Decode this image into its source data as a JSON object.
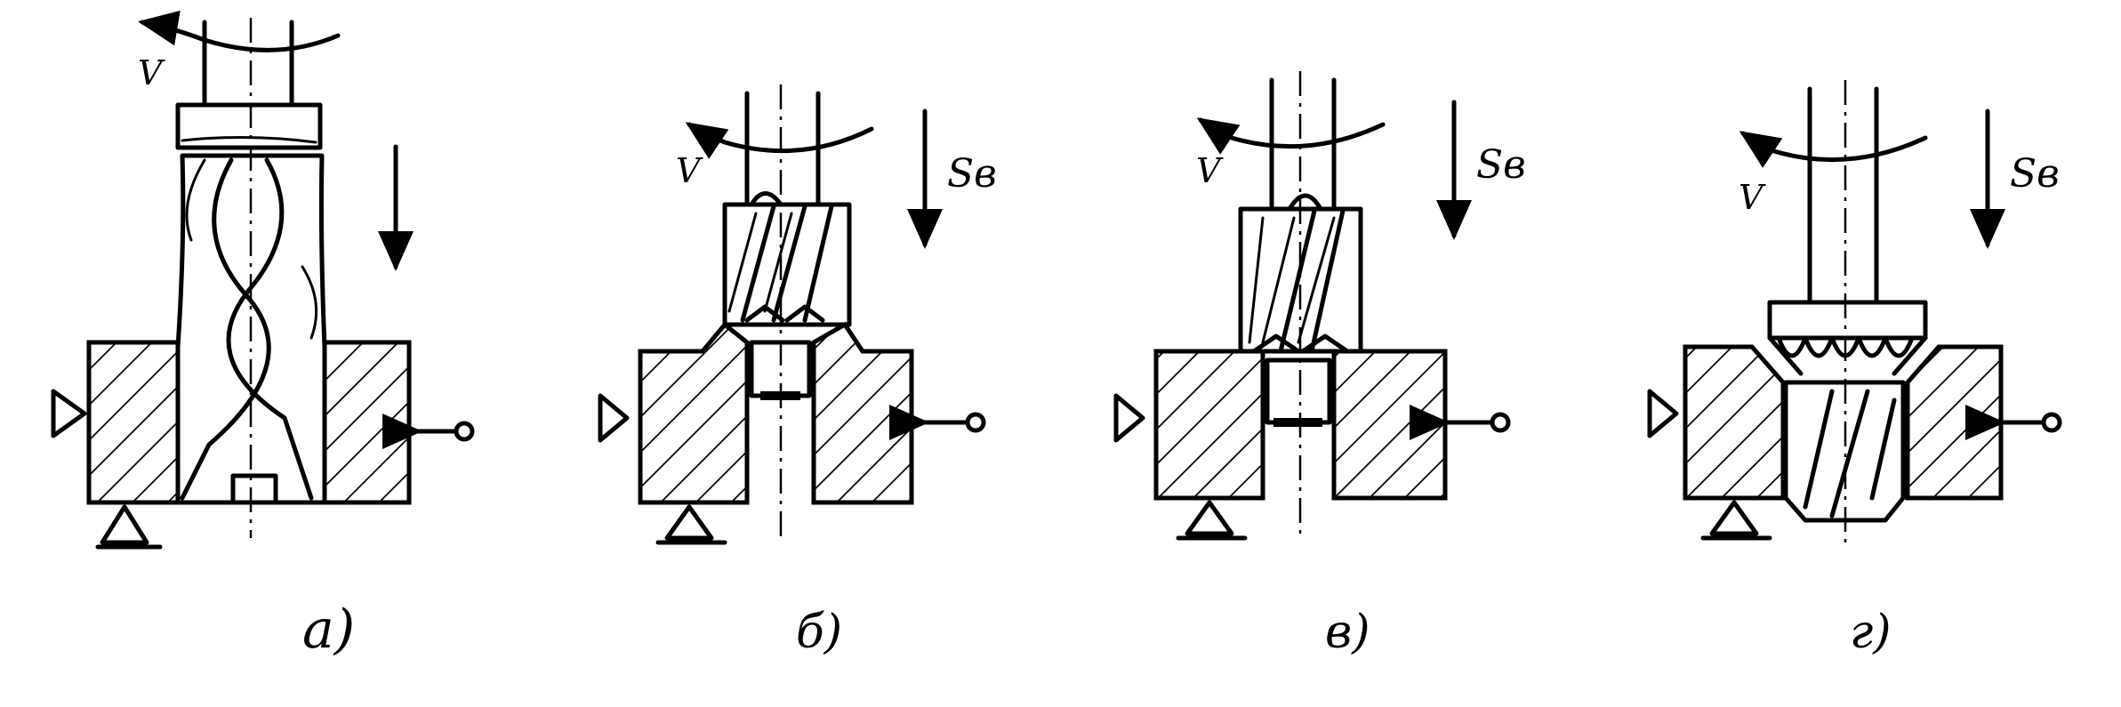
{
  "panels": [
    {
      "caption": "а)",
      "velocity_label": "V",
      "feed_label": ""
    },
    {
      "caption": "б)",
      "velocity_label": "V",
      "feed_label": "Sв"
    },
    {
      "caption": "в)",
      "velocity_label": "V",
      "feed_label": "Sв"
    },
    {
      "caption": "г)",
      "velocity_label": "V",
      "feed_label": "Sв"
    }
  ]
}
